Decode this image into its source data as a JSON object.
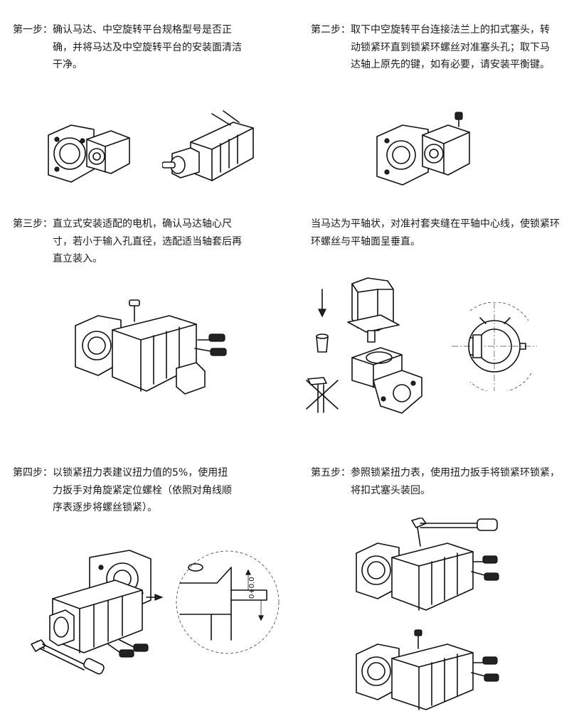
{
  "steps": {
    "s1": {
      "label": "第一步：",
      "text": "确认马达、中空旋转平台规格型号是否正确，并将马达及中空旋转平台的安装面清洁干净。"
    },
    "s2": {
      "label": "第二步：",
      "text": "取下中空旋转平台连接法兰上的扣式塞头，转动锁紧环直到锁紧环螺丝对准塞头孔；取下马达轴上原先的键，如有必要，请安装平衡键。"
    },
    "s3": {
      "label": "第三步：",
      "text": "直立式安装适配的电机，确认马达轴心尺寸，若小于输入孔直径，选配适当轴套后再直立装入。"
    },
    "s3b": {
      "text": "当马达为平轴状，对准衬套夹缝在平轴中心线，使锁紧环环螺丝与平轴面呈垂直。"
    },
    "s4": {
      "label": "第四步：",
      "text": "以锁紧扭力表建议扭力值的5%，使用扭力扳手对角旋紧定位螺栓（依照对角线顺序表逐步将螺丝锁紧）。"
    },
    "s5": {
      "label": "第五步：",
      "text": "参照锁紧扭力表，使用扭力扳手将锁紧环锁紧，将扣式塞头装回。"
    }
  },
  "diagram": {
    "tolerance": "0+0.0"
  }
}
